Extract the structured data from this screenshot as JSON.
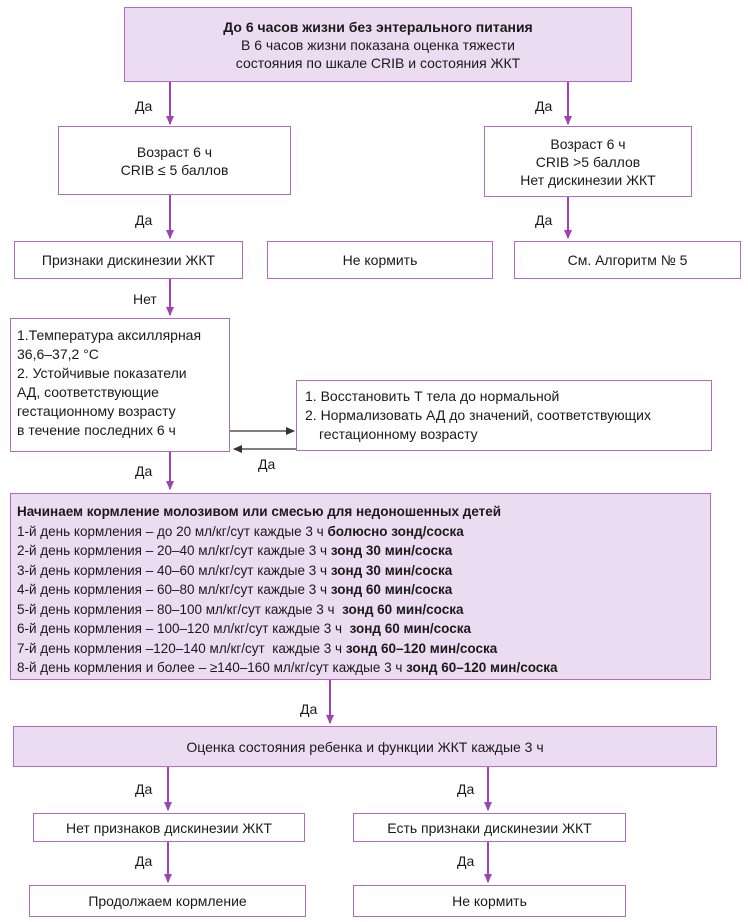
{
  "colors": {
    "accent": "#9b45b5",
    "fill": "#ecdcf2",
    "arrow": "#9b45b5"
  },
  "nodes": {
    "start": {
      "title": "До 6 часов жизни без энтерального питания",
      "line1": "В 6 часов жизни показана оценка тяжести",
      "line2": "состояния  по шкале CRIB и состояния ЖКТ"
    },
    "left_age": {
      "line1": "Возраст 6 ч",
      "line2": "CRIB ≤ 5 баллов"
    },
    "right_age": {
      "line1": "Возраст 6 ч",
      "line2": "CRIB >5 баллов",
      "line3": "Нет дискинезии ЖКТ"
    },
    "dyskinesia_signs": {
      "text": "Признаки дискинезии ЖКТ"
    },
    "do_not_feed_top": {
      "text": "Не кормить"
    },
    "see_algorithm": {
      "text": "См. Алгоритм № 5"
    },
    "criteria": {
      "line1": "1.Температура аксиллярная",
      "line2": "36,6–37,2 °С",
      "line3": "2. Устойчивые показатели",
      "line4": "АД, соответствующие",
      "line5": "гестационному возрасту",
      "line6": "в течение последних 6 ч"
    },
    "restore": {
      "line1": "1. Восстановить Т тела до нормальной",
      "line2": "2. Нормализовать АД до значений, соответствующих",
      "line3": "гестационному возрасту"
    },
    "feeding": {
      "title": "Начинаем кормление молозивом или смесью для недоношенных детей",
      "days": [
        {
          "text": "1-й день кормления – до 20 мл/кг/сут каждые 3 ч ",
          "route": "болюсно зонд/соска"
        },
        {
          "text": "2-й день кормления – 20–40 мл/кг/сут каждые 3 ч ",
          "route": "зонд 30 мин/соска"
        },
        {
          "text": "3-й день кормления – 40–60 мл/кг/сут каждые 3 ч ",
          "route": "зонд 30 мин/соска"
        },
        {
          "text": "4-й день кормления – 60–80 мл/кг/сут каждые 3 ч ",
          "route": "зонд 60 мин/соска"
        },
        {
          "text": "5-й день кормления – 80–100 мл/кг/сут каждые 3 ч  ",
          "route": "зонд 60 мин/соска"
        },
        {
          "text": "6-й день кормления – 100–120 мл/кг/сут каждые 3 ч  ",
          "route": "зонд 60 мин/соска"
        },
        {
          "text": "7-й день кормления –120–140 мл/кг/сут  каждые 3 ч ",
          "route": "зонд 60–120 мин/соска"
        },
        {
          "text": "8-й день кормления и более – ≥140–160 мл/кг/сут каждые 3 ч ",
          "route": "зонд 60–120 мин/соска"
        }
      ]
    },
    "assessment": {
      "text": "Оценка состояния ребенка и функции ЖКТ каждые 3 ч"
    },
    "no_signs": {
      "text": "Нет признаков дискинезии ЖКТ"
    },
    "has_signs": {
      "text": "Есть признаки дискинезии ЖКТ"
    },
    "continue_feeding": {
      "text": "Продолжаем кормление"
    },
    "do_not_feed_bottom": {
      "text": "Не кормить"
    }
  },
  "edge_labels": {
    "yes": "Да",
    "no": "Нет"
  }
}
